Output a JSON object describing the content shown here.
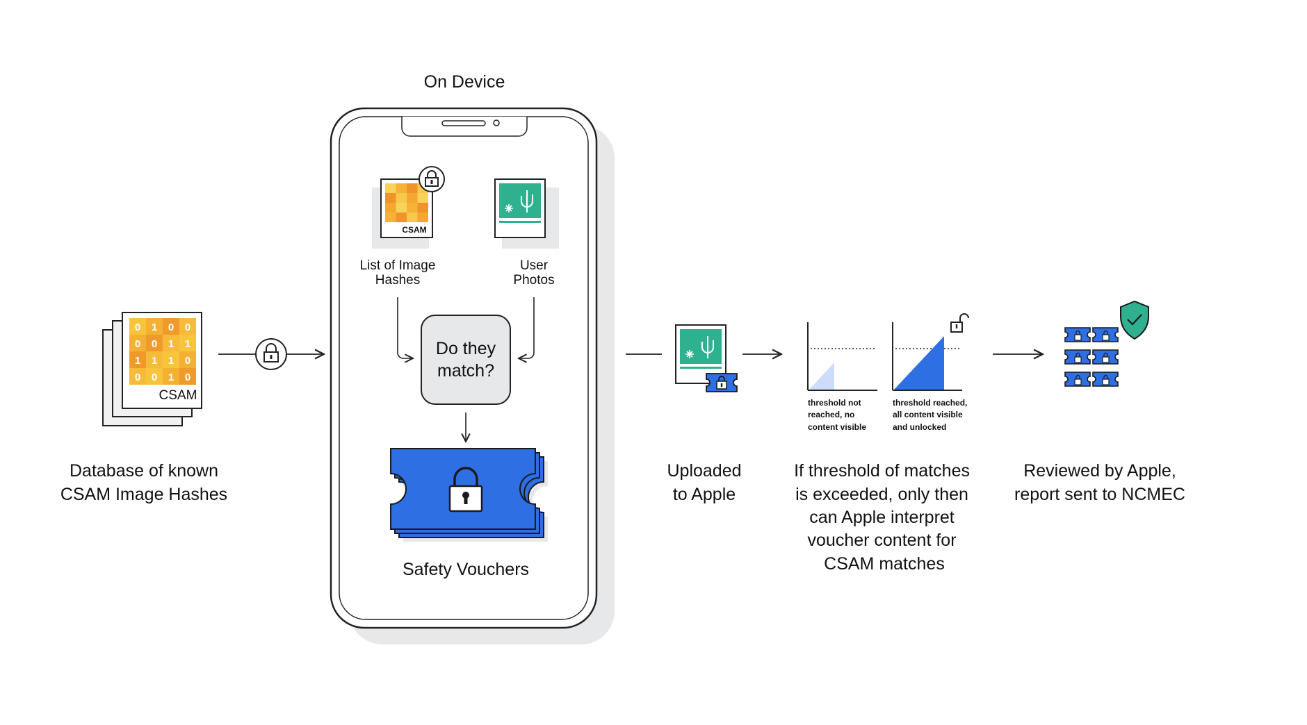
{
  "on_device": {
    "title": "On Device"
  },
  "database": {
    "label_line1": "Database of known",
    "label_line2": "CSAM Image Hashes",
    "badge": "CSAM",
    "bits": [
      [
        "0",
        "1",
        "0",
        "0"
      ],
      [
        "0",
        "0",
        "1",
        "1"
      ],
      [
        "1",
        "1",
        "1",
        "0"
      ],
      [
        "0",
        "0",
        "1",
        "0"
      ]
    ]
  },
  "hash_list": {
    "badge": "CSAM",
    "label_line1": "List of Image",
    "label_line2": "Hashes"
  },
  "user_photos": {
    "label_line1": "User",
    "label_line2": "Photos"
  },
  "match": {
    "line1": "Do they",
    "line2": "match?"
  },
  "vouchers": {
    "label": "Safety Vouchers"
  },
  "upload": {
    "line1": "Uploaded",
    "line2": "to Apple"
  },
  "threshold": {
    "not_reached": [
      "threshold not",
      "reached, no",
      "content visible"
    ],
    "reached": [
      "threshold reached,",
      "all content visible",
      "and unlocked"
    ],
    "lines": [
      "If threshold of matches",
      "is exceeded, only then",
      "can Apple interpret",
      "voucher content for",
      "CSAM matches"
    ]
  },
  "review": {
    "line1": "Reviewed by Apple,",
    "line2": "report sent to NCMEC"
  },
  "colors": {
    "blue": "#2f6fe4",
    "blue_dark": "#1f4fb5",
    "teal": "#2fb08e",
    "yellow": "#f7c43c",
    "orange": "#f19a2c",
    "gray": "#e6e7e9"
  }
}
